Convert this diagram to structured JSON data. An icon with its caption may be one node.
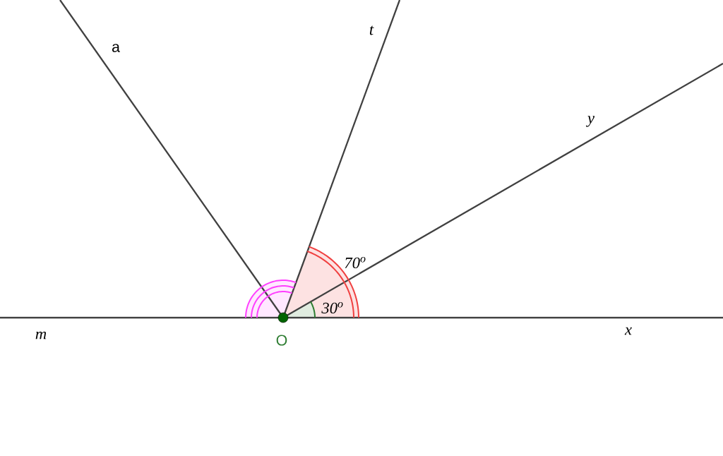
{
  "diagram": {
    "nodes": [
      {
        "text": [],
        "shape": "circle",
        "beside": [
          "O"
        ]
      }
    ],
    "labels": [
      "t",
      "a",
      "y",
      "70$^{o}$",
      "30$^{o}$",
      "m",
      "x"
    ]
  }
}
